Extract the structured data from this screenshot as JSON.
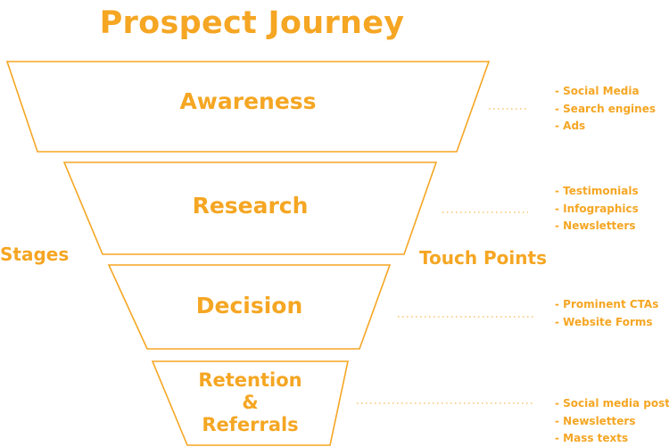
{
  "title": "Prospect Journey",
  "labels": {
    "stages": "Stages",
    "touch_points": "Touch Points"
  },
  "colors": {
    "accent": "#f5a623",
    "background": "#ffffff"
  },
  "stages": [
    {
      "name": "Awareness",
      "touch_points": [
        "- Social Media",
        "- Search engines",
        "- Ads"
      ]
    },
    {
      "name": "Research",
      "touch_points": [
        "- Testimonials",
        "- Infographics",
        "- Newsletters"
      ]
    },
    {
      "name": "Decision",
      "touch_points": [
        "- Prominent CTAs",
        "- Website Forms"
      ]
    },
    {
      "name_lines": [
        "Retention",
        "&",
        "Referrals"
      ],
      "touch_points": [
        "- Social media posts",
        "- Newsletters",
        "- Mass texts"
      ]
    }
  ]
}
